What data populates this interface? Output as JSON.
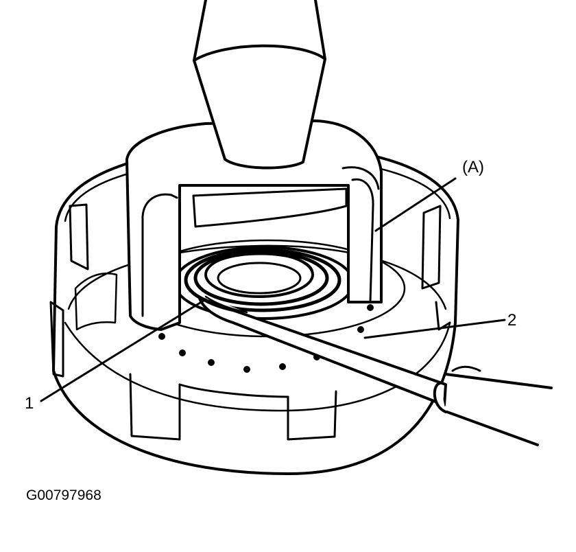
{
  "callouts": {
    "tool": "(A)",
    "part_1": "1",
    "part_2": "2"
  },
  "figure_id": "G00797968",
  "colors": {
    "line": "#000000",
    "background": "#ffffff"
  }
}
